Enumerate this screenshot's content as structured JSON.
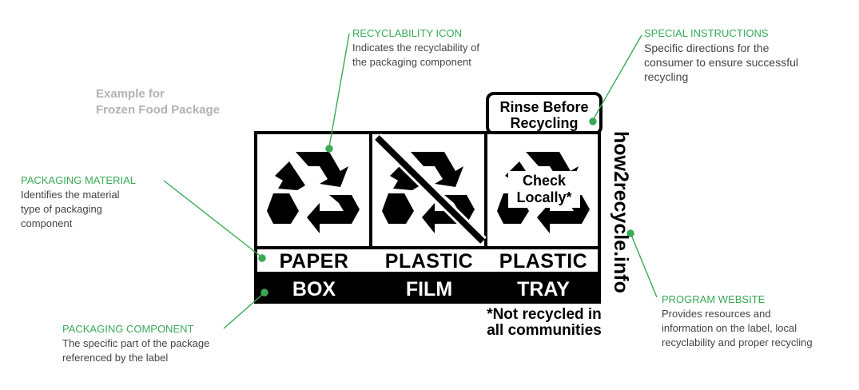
{
  "example": {
    "line1": "Example for",
    "line2": "Frozen Food Package"
  },
  "annotations": {
    "recyclability_icon": {
      "title": "RECYCLABILITY ICON",
      "desc1": "Indicates the recyclability of",
      "desc2": "the packaging component"
    },
    "special_instructions": {
      "title": "SPECIAL INSTRUCTIONS",
      "desc1": "Specific directions for the",
      "desc2": "consumer to ensure successful",
      "desc3": "recycling"
    },
    "packaging_material": {
      "title": "PACKAGING MATERIAL",
      "desc1": "Identifies the material",
      "desc2": "type of packaging",
      "desc3": "component"
    },
    "packaging_component": {
      "title": "PACKAGING COMPONENT",
      "desc1": "The specific part of the package",
      "desc2": "referenced by the label"
    },
    "program_website": {
      "title": "PROGRAM WEBSITE",
      "desc1": "Provides resources and",
      "desc2": "information on the label, local",
      "desc3": "recyclability and proper recycling"
    }
  },
  "label": {
    "instruction_line1": "Rinse Before",
    "instruction_line2": "Recycling",
    "check_line1": "Check",
    "check_line2": "Locally*",
    "columns": [
      {
        "material": "PAPER",
        "component": "BOX"
      },
      {
        "material": "PLASTIC",
        "component": "FILM"
      },
      {
        "material": "PLASTIC",
        "component": "TRAY"
      }
    ],
    "website": "how2recycle.info",
    "footnote_line1": "*Not recycled in",
    "footnote_line2": "all communities"
  },
  "colors": {
    "accent": "#3aa957",
    "ink": "#000000",
    "muted": "#b3b3b3",
    "text": "#444444"
  }
}
